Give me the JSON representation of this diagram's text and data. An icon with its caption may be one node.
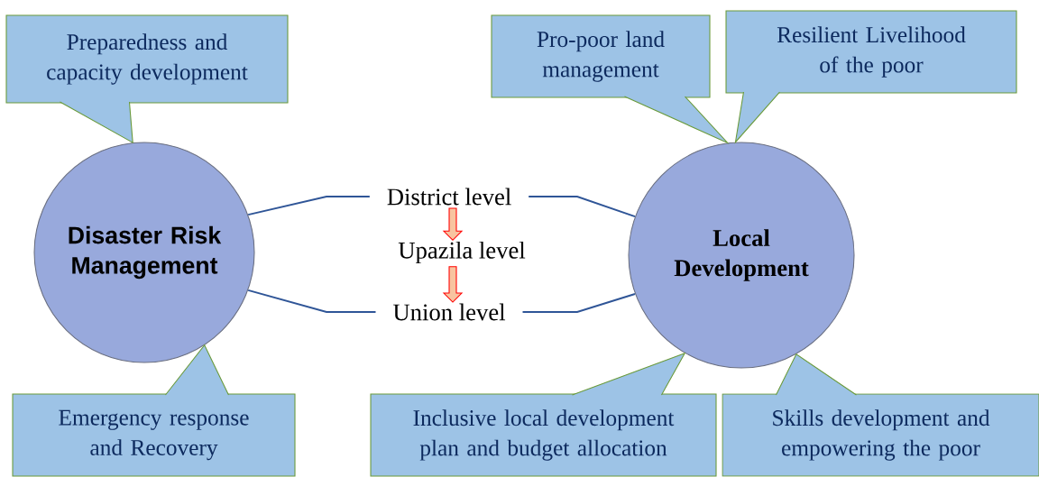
{
  "diagram": {
    "nodes": [
      {
        "text": [
          "Disaster Risk Management"
        ]
      },
      {
        "text": [
          "Local Development"
        ]
      },
      {
        "text": [
          "District level"
        ]
      },
      {
        "text": [
          "Upazila level"
        ]
      },
      {
        "text": [
          "Union level"
        ]
      },
      {
        "text": [
          "Preparedness and capacity development"
        ]
      },
      {
        "text": [
          "Emergency response and Recovery"
        ]
      },
      {
        "text": [
          "Pro-poor land management"
        ]
      },
      {
        "text": [
          "Resilient Livelihood of the poor"
        ]
      },
      {
        "text": [
          "Inclusive local development plan and budget allocation"
        ]
      },
      {
        "text": [
          "Skills development and empowering the poor"
        ]
      }
    ],
    "edges": [
      {
        "from": 0,
        "to": 2,
        "arrow": "none"
      },
      {
        "from": 0,
        "to": 4,
        "arrow": "none"
      },
      {
        "from": 2,
        "to": 1,
        "arrow": "none"
      },
      {
        "from": 4,
        "to": 1,
        "arrow": "none"
      },
      {
        "from": 2,
        "to": 3,
        "arrow": "to"
      },
      {
        "from": 3,
        "to": 4,
        "arrow": "to"
      }
    ]
  }
}
